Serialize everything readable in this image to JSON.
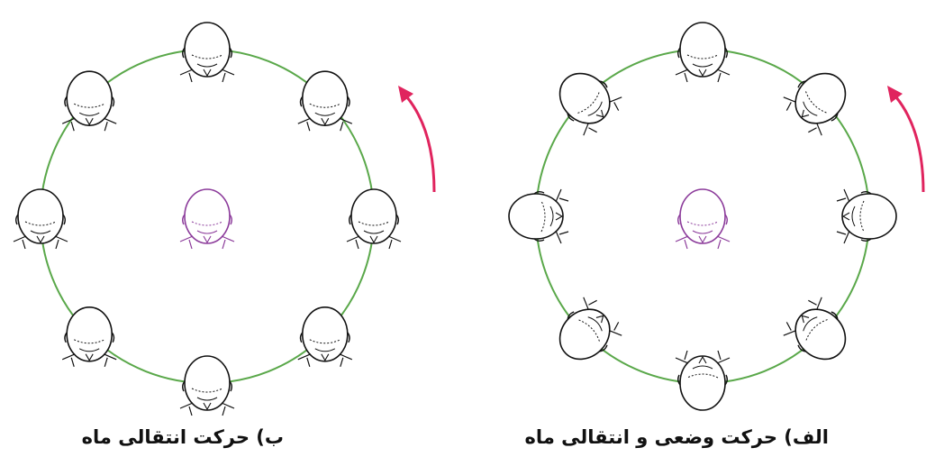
{
  "colors": {
    "orbit": "#5aa84a",
    "earth": "#8b3a9a",
    "moon_stroke": "#111111",
    "arrow": "#e0245e"
  },
  "icons": {
    "earth": "head-top-view-icon",
    "moon": "head-top-view-icon",
    "direction": "curved-arrow-icon"
  },
  "diagrams": [
    {
      "id": "a",
      "caption": "الف) حرکت وضعی و انتقالی ماه",
      "moon_behavior": "faces-center",
      "moon_count": 8
    },
    {
      "id": "b",
      "caption": "ب) حرکت انتقالی ماه",
      "moon_behavior": "fixed-orientation",
      "moon_count": 8
    }
  ]
}
